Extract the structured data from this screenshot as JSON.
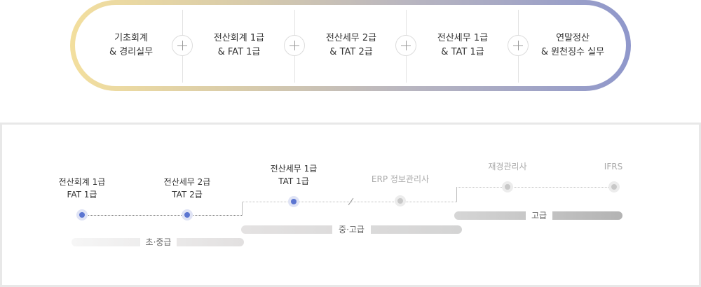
{
  "top_path": {
    "items": [
      {
        "line1": "기초회계",
        "line2": "& 경리실무"
      },
      {
        "line1": "전산회계 1급",
        "line2": "& FAT 1급"
      },
      {
        "line1": "전산세무 2급",
        "line2": "& TAT 2급"
      },
      {
        "line1": "전산세무 1급",
        "line2": "& TAT 1급"
      },
      {
        "line1": "연말정산",
        "line2": "& 원천징수 실무"
      }
    ],
    "gradient_colors": [
      "#f3df9e",
      "#8f97cb"
    ]
  },
  "roadmap": {
    "steps": [
      {
        "line1": "전산회계 1급",
        "line2": "FAT 1급",
        "state": "active"
      },
      {
        "line1": "전산세무 2급",
        "line2": "TAT 2급",
        "state": "active"
      },
      {
        "line1": "전산세무 1급",
        "line2": "TAT 1급",
        "state": "active"
      },
      {
        "line1": "ERP 정보관리사",
        "line2": "",
        "state": "inactive"
      },
      {
        "line1": "재경관리사",
        "line2": "",
        "state": "inactive"
      },
      {
        "line1": "IFRS",
        "line2": "",
        "state": "inactive"
      }
    ],
    "levels": [
      {
        "label": "초·중급"
      },
      {
        "label": "중·고급"
      },
      {
        "label": "고급"
      }
    ],
    "accent_color": "#5b75d1"
  }
}
